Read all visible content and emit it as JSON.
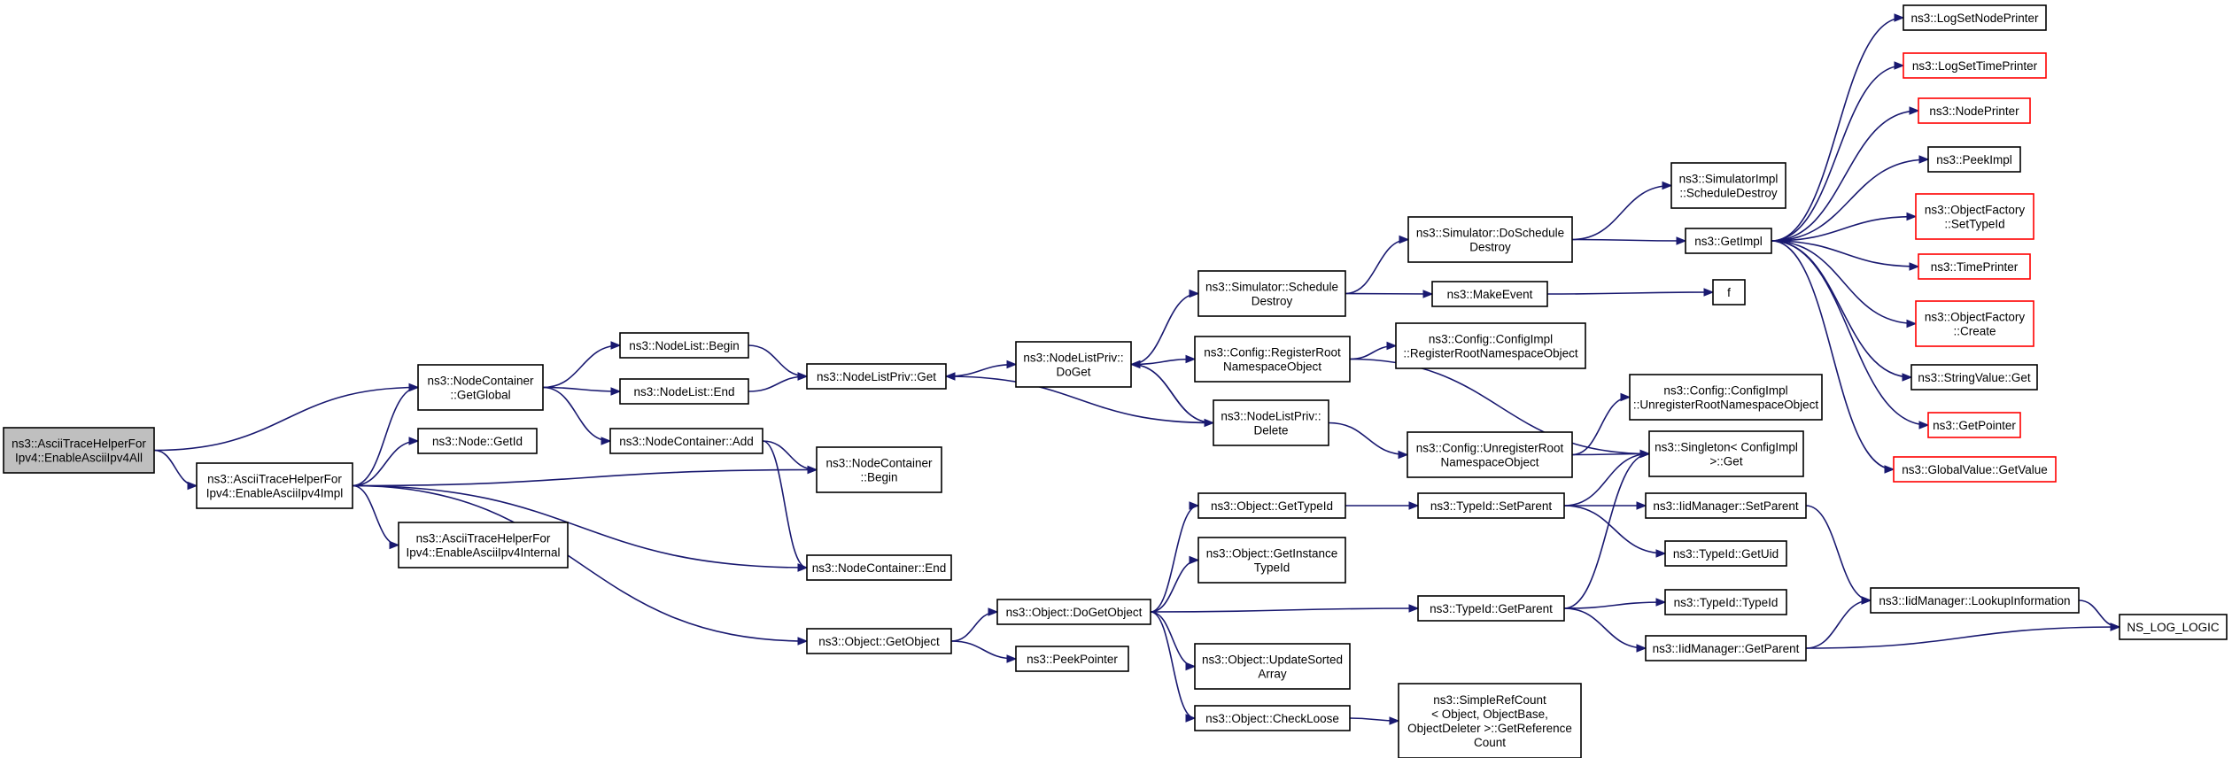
{
  "colors": {
    "edge": "#191970",
    "border_black": "#000000",
    "border_red": "#ff0000",
    "root_fill": "#bfbfbf",
    "node_fill": "#ffffff"
  },
  "nodes": [
    {
      "id": "root",
      "lines": [
        "ns3::AsciiTraceHelperFor",
        "Ipv4::EnableAsciiIpv4All"
      ],
      "border": "black",
      "root": true
    },
    {
      "id": "enableImpl",
      "lines": [
        "ns3::AsciiTraceHelperFor",
        "Ipv4::EnableAsciiIpv4Impl"
      ],
      "border": "black"
    },
    {
      "id": "ncGetGlobal",
      "lines": [
        "ns3::NodeContainer",
        "::GetGlobal"
      ],
      "border": "black"
    },
    {
      "id": "nodeGetId",
      "lines": [
        "ns3::Node::GetId"
      ],
      "border": "black"
    },
    {
      "id": "enableInternal",
      "lines": [
        "ns3::AsciiTraceHelperFor",
        "Ipv4::EnableAsciiIpv4Internal"
      ],
      "border": "black"
    },
    {
      "id": "nlBegin",
      "lines": [
        "ns3::NodeList::Begin"
      ],
      "border": "black"
    },
    {
      "id": "nlEnd",
      "lines": [
        "ns3::NodeList::End"
      ],
      "border": "black"
    },
    {
      "id": "ncAdd",
      "lines": [
        "ns3::NodeContainer::Add"
      ],
      "border": "black"
    },
    {
      "id": "nlpGet",
      "lines": [
        "ns3::NodeListPriv::Get"
      ],
      "border": "black"
    },
    {
      "id": "ncBegin",
      "lines": [
        "ns3::NodeContainer",
        "::Begin"
      ],
      "border": "black"
    },
    {
      "id": "ncEnd",
      "lines": [
        "ns3::NodeContainer::End"
      ],
      "border": "black"
    },
    {
      "id": "objGetObject",
      "lines": [
        "ns3::Object::GetObject"
      ],
      "border": "black"
    },
    {
      "id": "nlpDoGet",
      "lines": [
        "ns3::NodeListPriv::",
        "DoGet"
      ],
      "border": "black"
    },
    {
      "id": "objDoGetObject",
      "lines": [
        "ns3::Object::DoGetObject"
      ],
      "border": "black"
    },
    {
      "id": "peekPointer",
      "lines": [
        "ns3::PeekPointer"
      ],
      "border": "black"
    },
    {
      "id": "simSchedDestroy",
      "lines": [
        "ns3::Simulator::Schedule",
        "Destroy"
      ],
      "border": "black"
    },
    {
      "id": "cfgRegisterRoot",
      "lines": [
        "ns3::Config::RegisterRoot",
        "NamespaceObject"
      ],
      "border": "black"
    },
    {
      "id": "nlpDelete",
      "lines": [
        "ns3::NodeListPriv::",
        "Delete"
      ],
      "border": "black"
    },
    {
      "id": "objGetTypeId",
      "lines": [
        "ns3::Object::GetTypeId"
      ],
      "border": "black"
    },
    {
      "id": "objGetInstanceTypeId",
      "lines": [
        "ns3::Object::GetInstance",
        "TypeId"
      ],
      "border": "black"
    },
    {
      "id": "objUpdateSorted",
      "lines": [
        "ns3::Object::UpdateSorted",
        "Array"
      ],
      "border": "black"
    },
    {
      "id": "objCheckLoose",
      "lines": [
        "ns3::Object::CheckLoose"
      ],
      "border": "black"
    },
    {
      "id": "simDoSchedDestroy",
      "lines": [
        "ns3::Simulator::DoSchedule",
        "Destroy"
      ],
      "border": "black"
    },
    {
      "id": "makeEvent",
      "lines": [
        "ns3::MakeEvent"
      ],
      "border": "black"
    },
    {
      "id": "cfgImplRegister",
      "lines": [
        "ns3::Config::ConfigImpl",
        "::RegisterRootNamespaceObject"
      ],
      "border": "black"
    },
    {
      "id": "cfgUnregisterRoot",
      "lines": [
        "ns3::Config::UnregisterRoot",
        "NamespaceObject"
      ],
      "border": "black"
    },
    {
      "id": "typeIdSetParent",
      "lines": [
        "ns3::TypeId::SetParent"
      ],
      "border": "black"
    },
    {
      "id": "typeIdGetParent",
      "lines": [
        "ns3::TypeId::GetParent"
      ],
      "border": "black"
    },
    {
      "id": "simpleRefCount",
      "lines": [
        "ns3::SimpleRefCount",
        "< Object, ObjectBase,",
        "ObjectDeleter >::GetReference",
        "Count"
      ],
      "border": "black"
    },
    {
      "id": "simImplSchedDestroy",
      "lines": [
        "ns3::SimulatorImpl",
        "::ScheduleDestroy"
      ],
      "border": "black"
    },
    {
      "id": "getImpl",
      "lines": [
        "ns3::GetImpl"
      ],
      "border": "black"
    },
    {
      "id": "f",
      "lines": [
        "f"
      ],
      "border": "black"
    },
    {
      "id": "cfgImplUnregister",
      "lines": [
        "ns3::Config::ConfigImpl",
        "::UnregisterRootNamespaceObject"
      ],
      "border": "black"
    },
    {
      "id": "singletonGet",
      "lines": [
        "ns3::Singleton< ConfigImpl",
        ">::Get"
      ],
      "border": "black"
    },
    {
      "id": "iidSetParent",
      "lines": [
        "ns3::IidManager::SetParent"
      ],
      "border": "black"
    },
    {
      "id": "typeIdGetUid",
      "lines": [
        "ns3::TypeId::GetUid"
      ],
      "border": "black"
    },
    {
      "id": "typeIdTypeId",
      "lines": [
        "ns3::TypeId::TypeId"
      ],
      "border": "black"
    },
    {
      "id": "iidGetParent",
      "lines": [
        "ns3::IidManager::GetParent"
      ],
      "border": "black"
    },
    {
      "id": "logSetNodePrinter",
      "lines": [
        "ns3::LogSetNodePrinter"
      ],
      "border": "black"
    },
    {
      "id": "logSetTimePrinter",
      "lines": [
        "ns3::LogSetTimePrinter"
      ],
      "border": "red"
    },
    {
      "id": "nodePrinter",
      "lines": [
        "ns3::NodePrinter"
      ],
      "border": "red"
    },
    {
      "id": "peekImpl",
      "lines": [
        "ns3::PeekImpl"
      ],
      "border": "black"
    },
    {
      "id": "objFactorySetTypeId",
      "lines": [
        "ns3::ObjectFactory",
        "::SetTypeId"
      ],
      "border": "red"
    },
    {
      "id": "timePrinter",
      "lines": [
        "ns3::TimePrinter"
      ],
      "border": "red"
    },
    {
      "id": "objFactoryCreate",
      "lines": [
        "ns3::ObjectFactory",
        "::Create"
      ],
      "border": "red"
    },
    {
      "id": "stringValueGet",
      "lines": [
        "ns3::StringValue::Get"
      ],
      "border": "black"
    },
    {
      "id": "getPointer",
      "lines": [
        "ns3::GetPointer"
      ],
      "border": "red"
    },
    {
      "id": "globalValueGetValue",
      "lines": [
        "ns3::GlobalValue::GetValue"
      ],
      "border": "red"
    },
    {
      "id": "iidLookupInfo",
      "lines": [
        "ns3::IidManager::LookupInformation"
      ],
      "border": "black"
    },
    {
      "id": "nsLogLogic",
      "lines": [
        "NS_LOG_LOGIC"
      ],
      "border": "black"
    }
  ],
  "edges": [
    [
      "root",
      "ncGetGlobal"
    ],
    [
      "root",
      "enableImpl"
    ],
    [
      "enableImpl",
      "ncGetGlobal"
    ],
    [
      "enableImpl",
      "nodeGetId"
    ],
    [
      "enableImpl",
      "enableInternal"
    ],
    [
      "enableImpl",
      "ncBegin"
    ],
    [
      "enableImpl",
      "ncEnd"
    ],
    [
      "enableImpl",
      "objGetObject"
    ],
    [
      "ncGetGlobal",
      "nlBegin"
    ],
    [
      "ncGetGlobal",
      "nlEnd"
    ],
    [
      "ncGetGlobal",
      "ncAdd"
    ],
    [
      "nlBegin",
      "nlpGet"
    ],
    [
      "nlEnd",
      "nlpGet"
    ],
    [
      "ncAdd",
      "ncBegin"
    ],
    [
      "ncAdd",
      "ncEnd"
    ],
    [
      "nlpGet",
      "nlpDoGet"
    ],
    [
      "nlpDoGet",
      "simSchedDestroy"
    ],
    [
      "nlpDoGet",
      "cfgRegisterRoot"
    ],
    [
      "nlpDoGet",
      "nlpDelete"
    ],
    [
      "nlpDelete",
      "nlpDoGet"
    ],
    [
      "nlpDelete",
      "nlpGet"
    ],
    [
      "nlpDelete",
      "cfgUnregisterRoot"
    ],
    [
      "objGetObject",
      "objDoGetObject"
    ],
    [
      "objGetObject",
      "peekPointer"
    ],
    [
      "objDoGetObject",
      "objGetTypeId"
    ],
    [
      "objDoGetObject",
      "objGetInstanceTypeId"
    ],
    [
      "objDoGetObject",
      "objUpdateSorted"
    ],
    [
      "objDoGetObject",
      "objCheckLoose"
    ],
    [
      "objDoGetObject",
      "typeIdGetParent"
    ],
    [
      "simSchedDestroy",
      "simDoSchedDestroy"
    ],
    [
      "simSchedDestroy",
      "makeEvent"
    ],
    [
      "cfgRegisterRoot",
      "cfgImplRegister"
    ],
    [
      "cfgRegisterRoot",
      "singletonGet"
    ],
    [
      "cfgUnregisterRoot",
      "cfgImplUnregister"
    ],
    [
      "cfgUnregisterRoot",
      "singletonGet"
    ],
    [
      "objGetTypeId",
      "typeIdSetParent"
    ],
    [
      "objCheckLoose",
      "simpleRefCount"
    ],
    [
      "simDoSchedDestroy",
      "simImplSchedDestroy"
    ],
    [
      "simDoSchedDestroy",
      "getImpl"
    ],
    [
      "makeEvent",
      "f"
    ],
    [
      "typeIdSetParent",
      "singletonGet"
    ],
    [
      "typeIdSetParent",
      "iidSetParent"
    ],
    [
      "typeIdSetParent",
      "typeIdGetUid"
    ],
    [
      "typeIdGetParent",
      "singletonGet"
    ],
    [
      "typeIdGetParent",
      "typeIdTypeId"
    ],
    [
      "typeIdGetParent",
      "iidGetParent"
    ],
    [
      "iidSetParent",
      "iidLookupInfo"
    ],
    [
      "iidGetParent",
      "iidLookupInfo"
    ],
    [
      "iidGetParent",
      "nsLogLogic"
    ],
    [
      "iidLookupInfo",
      "nsLogLogic"
    ],
    [
      "getImpl",
      "logSetNodePrinter"
    ],
    [
      "getImpl",
      "logSetTimePrinter"
    ],
    [
      "getImpl",
      "nodePrinter"
    ],
    [
      "getImpl",
      "peekImpl"
    ],
    [
      "getImpl",
      "objFactorySetTypeId"
    ],
    [
      "getImpl",
      "timePrinter"
    ],
    [
      "getImpl",
      "objFactoryCreate"
    ],
    [
      "getImpl",
      "stringValueGet"
    ],
    [
      "getImpl",
      "getPointer"
    ],
    [
      "getImpl",
      "globalValueGetValue"
    ]
  ]
}
